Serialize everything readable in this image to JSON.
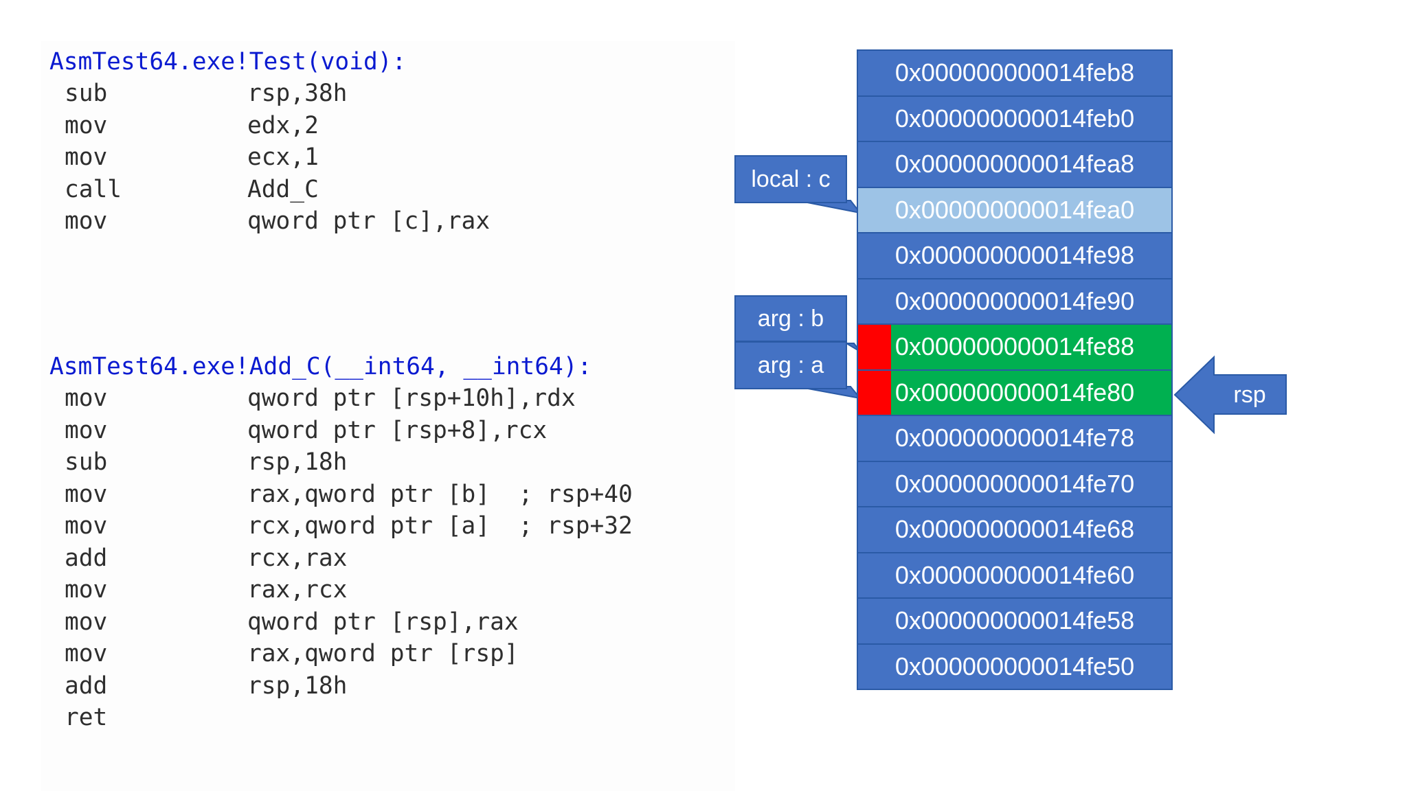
{
  "code": {
    "functions": [
      {
        "title": "AsmTest64.exe!Test(void):",
        "lines": [
          {
            "op": "sub",
            "args": "rsp,38h"
          },
          {
            "op": "mov",
            "args": "edx,2"
          },
          {
            "op": "mov",
            "args": "ecx,1"
          },
          {
            "op": "call",
            "args": "Add_C"
          },
          {
            "op": "mov",
            "args": "qword ptr [c],rax"
          }
        ]
      },
      {
        "title": "AsmTest64.exe!Add_C(__int64, __int64):",
        "lines": [
          {
            "op": "mov",
            "args": "qword ptr [rsp+10h],rdx"
          },
          {
            "op": "mov",
            "args": "qword ptr [rsp+8],rcx"
          },
          {
            "op": "sub",
            "args": "rsp,18h"
          },
          {
            "op": "mov",
            "args": "rax,qword ptr [b]  ; rsp+40"
          },
          {
            "op": "mov",
            "args": "rcx,qword ptr [a]  ; rsp+32"
          },
          {
            "op": "add",
            "args": "rcx,rax"
          },
          {
            "op": "mov",
            "args": "rax,rcx"
          },
          {
            "op": "mov",
            "args": "qword ptr [rsp],rax"
          },
          {
            "op": "mov",
            "args": "rax,qword ptr [rsp]"
          },
          {
            "op": "add",
            "args": "rsp,18h"
          },
          {
            "op": "ret",
            "args": ""
          }
        ]
      }
    ]
  },
  "stack": {
    "slots": [
      "0x000000000014feb8",
      "0x000000000014feb0",
      "0x000000000014fea8",
      "0x000000000014fea0",
      "0x000000000014fe98",
      "0x000000000014fe90",
      "0x000000000014fe88",
      "0x000000000014fe80",
      "0x000000000014fe78",
      "0x000000000014fe70",
      "0x000000000014fe68",
      "0x000000000014fe60",
      "0x000000000014fe58",
      "0x000000000014fe50"
    ],
    "highlight_slot": "0x000000000014fea0",
    "arg_slots": [
      "0x000000000014fe88",
      "0x000000000014fe80"
    ]
  },
  "callouts": {
    "local_c": "local : c",
    "arg_b": "arg : b",
    "arg_a": "arg : a",
    "rsp": "rsp"
  },
  "colors": {
    "slot_blue": "#4472c4",
    "highlight": "#9dc3e6",
    "arg_green": "#00b050",
    "marker_red": "#ff0000",
    "title_blue": "#0a1ad0"
  }
}
